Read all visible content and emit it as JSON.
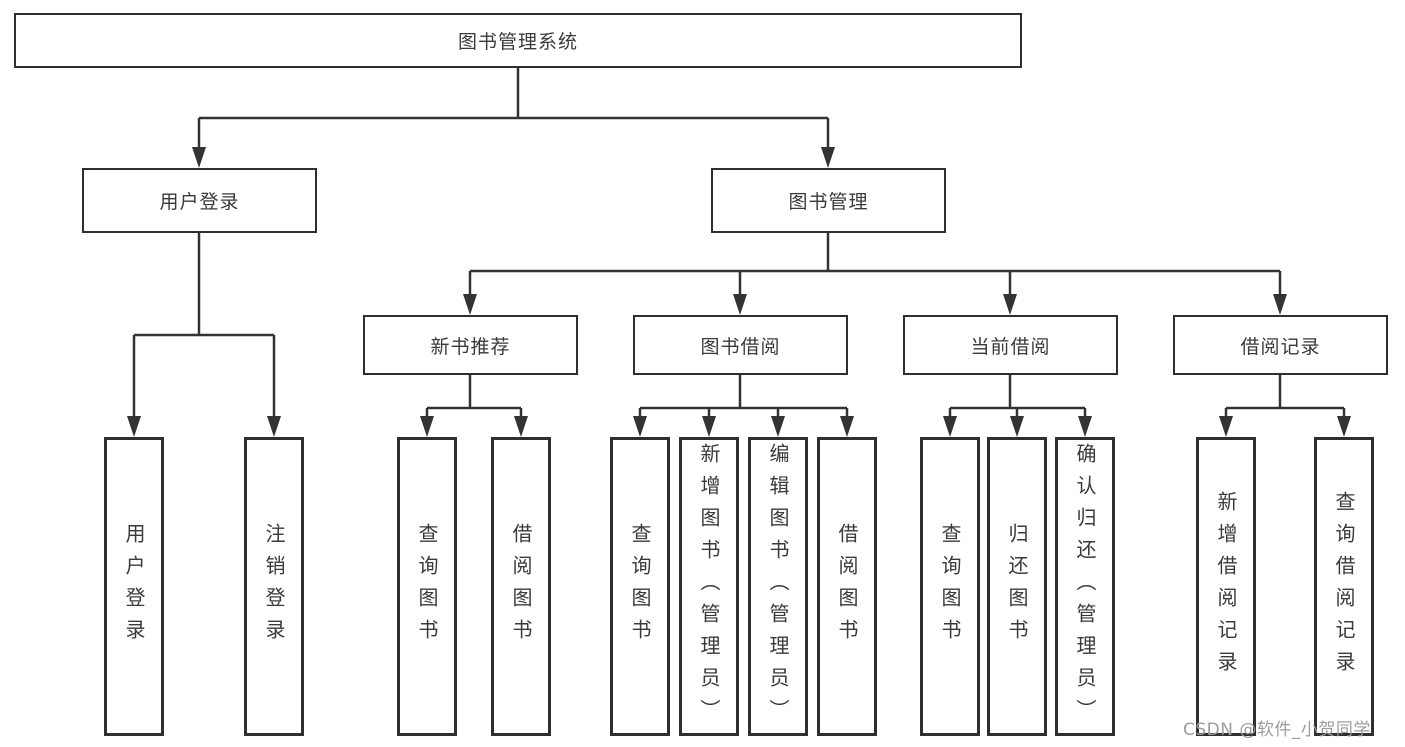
{
  "title": {
    "label": "图书管理系统"
  },
  "branches": {
    "user_login": {
      "label": "用户登录",
      "children": [
        {
          "label": "用户登录"
        },
        {
          "label": "注销登录"
        }
      ]
    },
    "book_management": {
      "label": "图书管理",
      "children": [
        {
          "label": "新书推荐",
          "children": [
            {
              "label": "查询图书"
            },
            {
              "label": "借阅图书"
            }
          ]
        },
        {
          "label": "图书借阅",
          "children": [
            {
              "label": "查询图书"
            },
            {
              "label": "新增图书（管理员）"
            },
            {
              "label": "编辑图书（管理员）"
            },
            {
              "label": "借阅图书"
            }
          ]
        },
        {
          "label": "当前借阅",
          "children": [
            {
              "label": "查询图书"
            },
            {
              "label": "归还图书"
            },
            {
              "label": "确认归还（管理员）"
            }
          ]
        },
        {
          "label": "借阅记录",
          "children": [
            {
              "label": "新增借阅记录"
            },
            {
              "label": "查询借阅记录"
            }
          ]
        }
      ]
    }
  },
  "watermark": {
    "label": "CSDN @软件_小贺同学"
  },
  "colors": {
    "line": "#333333",
    "box_border": "#2f2f2f",
    "text": "#3a3a3a",
    "watermark": "#9c9c9c",
    "background": "#ffffff"
  }
}
